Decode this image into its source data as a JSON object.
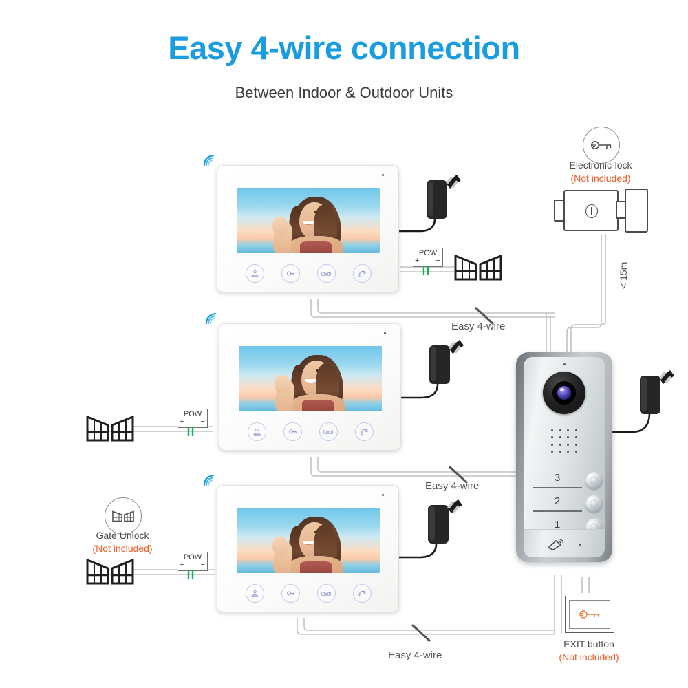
{
  "header": {
    "title": "Easy 4-wire connection",
    "subtitle": "Between Indoor & Outdoor Units",
    "title_color": "#1a9de0",
    "subtitle_color": "#3b3b3b"
  },
  "accent": {
    "not_included_color": "#f15a22",
    "wire_color": "#b9bcb9",
    "green_wire_color": "#12b15a"
  },
  "wire_labels": {
    "top": "Easy 4-wire",
    "middle": "Easy 4-wire",
    "bottom": "Easy 4-wire",
    "distance": "< 15m"
  },
  "power_boxes": {
    "label": "POW",
    "plus": "+",
    "minus": "–"
  },
  "monitors": [
    {
      "id": "monitor-top",
      "wifi_icon": "wifi-icon",
      "buttons": [
        {
          "name": "monitor-button",
          "icon": "monitor-person-icon"
        },
        {
          "name": "unlock-button",
          "icon": "key-unlock-icon"
        },
        {
          "name": "gate-button",
          "icon": "gate-icon"
        },
        {
          "name": "talk-button",
          "icon": "phone-talk-icon"
        }
      ]
    },
    {
      "id": "monitor-middle",
      "wifi_icon": "wifi-icon",
      "buttons": [
        {
          "name": "monitor-button",
          "icon": "monitor-person-icon"
        },
        {
          "name": "unlock-button",
          "icon": "key-unlock-icon"
        },
        {
          "name": "gate-button",
          "icon": "gate-icon"
        },
        {
          "name": "talk-button",
          "icon": "phone-talk-icon"
        }
      ]
    },
    {
      "id": "monitor-bottom",
      "wifi_icon": "wifi-icon",
      "buttons": [
        {
          "name": "monitor-button",
          "icon": "monitor-person-icon"
        },
        {
          "name": "unlock-button",
          "icon": "key-unlock-icon"
        },
        {
          "name": "gate-button",
          "icon": "gate-icon"
        },
        {
          "name": "talk-button",
          "icon": "phone-talk-icon"
        }
      ]
    }
  ],
  "door_station": {
    "name": "outdoor-door-station",
    "call_buttons": [
      "3",
      "2",
      "1"
    ],
    "card_reader_icon": "rfid-card-icon",
    "camera_icon": "camera-lens",
    "speaker_icon": "speaker-grille"
  },
  "accessories": {
    "electronic_lock": {
      "icon": "key-icon",
      "name": "Electronic-lock",
      "note": "(Not included)"
    },
    "gate_unlock": {
      "icon": "gate-icon",
      "name": "Gate Unlock",
      "note": "(Not included)"
    },
    "exit_button": {
      "icon": "key-icon",
      "name": "EXIT button",
      "note": "(Not included)"
    }
  }
}
